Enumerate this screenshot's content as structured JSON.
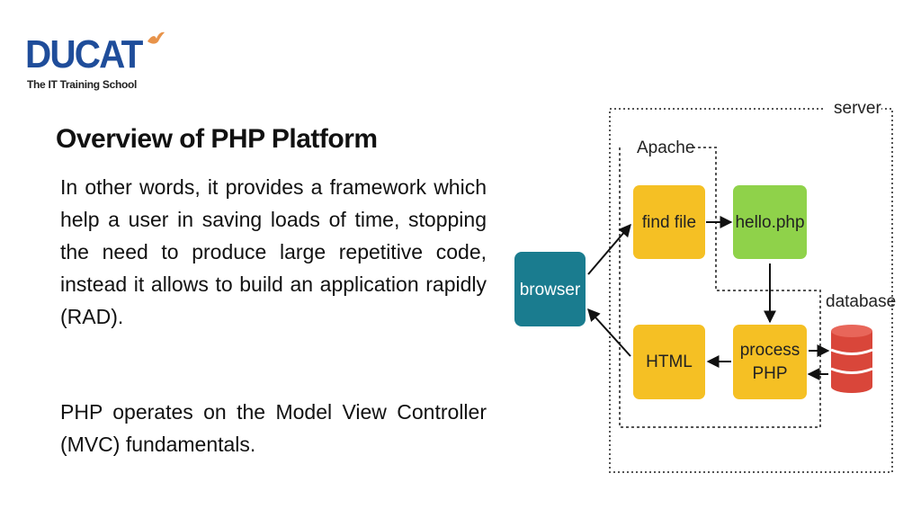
{
  "logo": {
    "brand": "DUCAT",
    "tagline": "The IT Training School",
    "brand_color": "#1f4d9a",
    "accent_color": "#e8934a"
  },
  "slide": {
    "title": "Overview of PHP Platform",
    "paragraphs": [
      "In other words, it provides a framework which help a user in saving loads of time, stopping the need to produce large repetitive code, instead it allows to build an application rapidly (RAD).",
      "PHP operates on the Model View Controller (MVC) fundamentals."
    ]
  },
  "diagram": {
    "labels": {
      "server": "server",
      "apache": "Apache",
      "browser": "browser",
      "find_file": "find file",
      "hello_php": "hello.php",
      "html": "HTML",
      "process_php_line1": "process",
      "process_php_line2": "PHP",
      "database": "database"
    },
    "colors": {
      "browser": "#1a7c8f",
      "yellow": "#f5c024",
      "green": "#8fd24a",
      "database": "#d9463a"
    }
  }
}
